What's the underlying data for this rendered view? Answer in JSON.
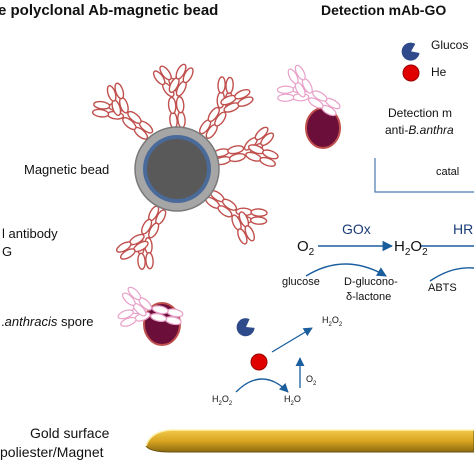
{
  "headers": {
    "left": "e polyclonal Ab-magnetic bead",
    "right": "Detection mAb-GO"
  },
  "labels": {
    "magnetic_bead": "Magnetic bead",
    "antibody_line1": "l antibody",
    "antibody_line2": "G",
    "spore_prefix": ".",
    "spore_italic": "anthracis",
    "spore_suffix": " spore",
    "glucose_legend": "Glucos",
    "hemin_legend": "He",
    "detection_line1": "Detection m",
    "detection_line2_prefix": "anti-",
    "detection_line2_italic": "B.anthra",
    "catalysis": "catal",
    "gold_surface": "Gold surface",
    "polyester_magnet": "poliester/Magnet"
  },
  "reaction": {
    "gox": "GOx",
    "hr": "HR",
    "o2": "O",
    "o2_sub": "2",
    "h2o2": "H",
    "h2o2_sub1": "2",
    "h2o2_o": "O",
    "h2o2_sub2": "2",
    "glucose": "glucose",
    "gluconolactone_line1": "D-glucono-",
    "gluconolactone_line2": "δ-lactone",
    "abts": "ABTS"
  },
  "small_reaction": {
    "h2o2_top": "H",
    "h2o2_top_sub1": "2",
    "h2o2_top_o": "O",
    "h2o2_top_sub2": "2",
    "o2": "O",
    "o2_sub": "2",
    "h2o2_bottom": "H",
    "h2o2_bottom_sub1": "2",
    "h2o2_bottom_o": "O",
    "h2o2_bottom_sub2": "2",
    "h2o": "H",
    "h2o_sub": "2",
    "h2o_o": "O"
  },
  "colors": {
    "antibody_outline": "#c0504d",
    "antibody_light": "#e8a0c8",
    "bead_outer": "#a6a6a6",
    "bead_ring": "#4a6a9a",
    "bead_core": "#595959",
    "spore": "#6b0f3a",
    "hemin": "#e00000",
    "gox": "#2e4a8a",
    "gold": "#d9a520",
    "arrow": "#1b5e9e"
  }
}
